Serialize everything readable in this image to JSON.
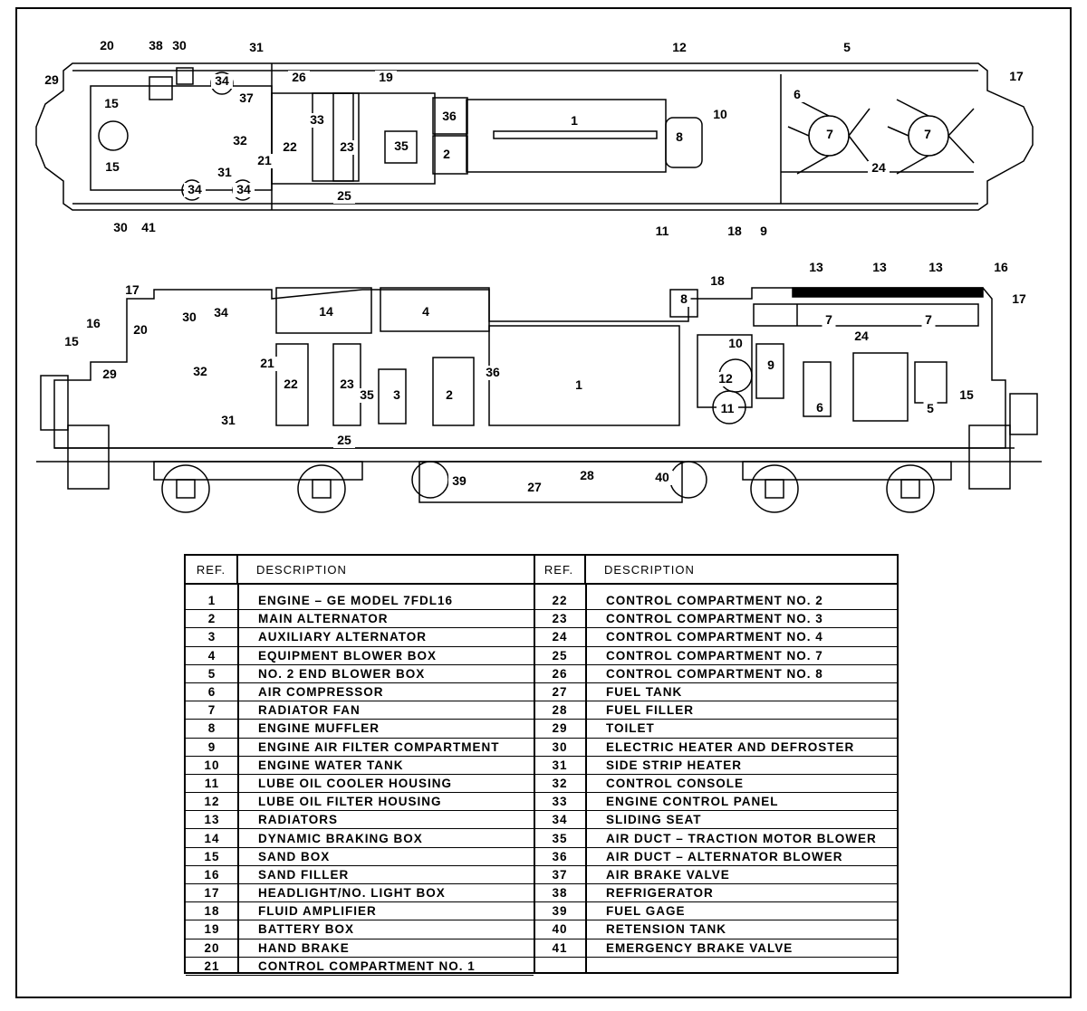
{
  "callouts": {
    "top": [
      "20",
      "38",
      "30",
      "31",
      "29",
      "34",
      "37",
      "15",
      "32",
      "33",
      "26",
      "19",
      "22",
      "23",
      "21",
      "15",
      "31",
      "34",
      "34",
      "30",
      "41",
      "25",
      "36",
      "35",
      "2",
      "1",
      "12",
      "5",
      "6",
      "17",
      "10",
      "8",
      "7",
      "7",
      "24",
      "11",
      "18",
      "9"
    ],
    "side": [
      "17",
      "14",
      "4",
      "8",
      "18",
      "13",
      "13",
      "13",
      "16",
      "17",
      "16",
      "20",
      "15",
      "30",
      "34",
      "29",
      "32",
      "21",
      "22",
      "23",
      "35",
      "3",
      "2",
      "36",
      "1",
      "10",
      "12",
      "9",
      "7",
      "7",
      "24",
      "6",
      "11",
      "5",
      "15",
      "31",
      "25",
      "39",
      "27",
      "28",
      "40"
    ]
  },
  "legend": {
    "header_ref": "REF.",
    "header_desc": "DESCRIPTION",
    "left": [
      {
        "ref": "1",
        "desc": "ENGINE – GE MODEL 7FDL16"
      },
      {
        "ref": "2",
        "desc": "MAIN ALTERNATOR"
      },
      {
        "ref": "3",
        "desc": "AUXILIARY ALTERNATOR"
      },
      {
        "ref": "4",
        "desc": "EQUIPMENT BLOWER BOX"
      },
      {
        "ref": "5",
        "desc": "NO. 2 END BLOWER BOX"
      },
      {
        "ref": "6",
        "desc": "AIR COMPRESSOR"
      },
      {
        "ref": "7",
        "desc": "RADIATOR FAN"
      },
      {
        "ref": "8",
        "desc": "ENGINE MUFFLER"
      },
      {
        "ref": "9",
        "desc": "ENGINE AIR FILTER COMPARTMENT"
      },
      {
        "ref": "10",
        "desc": "ENGINE WATER TANK"
      },
      {
        "ref": "11",
        "desc": "LUBE OIL COOLER HOUSING"
      },
      {
        "ref": "12",
        "desc": "LUBE OIL FILTER HOUSING"
      },
      {
        "ref": "13",
        "desc": "RADIATORS"
      },
      {
        "ref": "14",
        "desc": "DYNAMIC BRAKING BOX"
      },
      {
        "ref": "15",
        "desc": "SAND BOX"
      },
      {
        "ref": "16",
        "desc": "SAND FILLER"
      },
      {
        "ref": "17",
        "desc": "HEADLIGHT/NO. LIGHT BOX"
      },
      {
        "ref": "18",
        "desc": "FLUID AMPLIFIER"
      },
      {
        "ref": "19",
        "desc": "BATTERY BOX"
      },
      {
        "ref": "20",
        "desc": "HAND BRAKE"
      },
      {
        "ref": "21",
        "desc": "CONTROL COMPARTMENT NO. 1"
      }
    ],
    "right": [
      {
        "ref": "22",
        "desc": "CONTROL COMPARTMENT NO. 2"
      },
      {
        "ref": "23",
        "desc": "CONTROL COMPARTMENT NO. 3"
      },
      {
        "ref": "24",
        "desc": "CONTROL COMPARTMENT NO. 4"
      },
      {
        "ref": "25",
        "desc": "CONTROL COMPARTMENT NO. 7"
      },
      {
        "ref": "26",
        "desc": "CONTROL COMPARTMENT NO. 8"
      },
      {
        "ref": "27",
        "desc": "FUEL TANK"
      },
      {
        "ref": "28",
        "desc": "FUEL FILLER"
      },
      {
        "ref": "29",
        "desc": "TOILET"
      },
      {
        "ref": "30",
        "desc": "ELECTRIC HEATER AND DEFROSTER"
      },
      {
        "ref": "31",
        "desc": "SIDE STRIP HEATER"
      },
      {
        "ref": "32",
        "desc": "CONTROL CONSOLE"
      },
      {
        "ref": "33",
        "desc": "ENGINE CONTROL PANEL"
      },
      {
        "ref": "34",
        "desc": "SLIDING SEAT"
      },
      {
        "ref": "35",
        "desc": "AIR DUCT – TRACTION MOTOR BLOWER"
      },
      {
        "ref": "36",
        "desc": "AIR DUCT – ALTERNATOR BLOWER"
      },
      {
        "ref": "37",
        "desc": "AIR BRAKE VALVE"
      },
      {
        "ref": "38",
        "desc": "REFRIGERATOR"
      },
      {
        "ref": "39",
        "desc": "FUEL GAGE"
      },
      {
        "ref": "40",
        "desc": "RETENSION TANK"
      },
      {
        "ref": "41",
        "desc": "EMERGENCY BRAKE VALVE"
      }
    ]
  }
}
